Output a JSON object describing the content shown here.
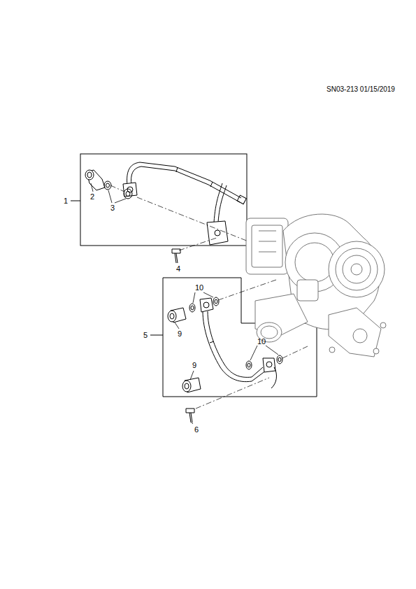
{
  "diagram": {
    "labels": [
      "SN03-213 01/15/2019",
      "1",
      "2",
      "3",
      "4",
      "10",
      "9",
      "5",
      "10",
      "9",
      "6"
    ]
  }
}
